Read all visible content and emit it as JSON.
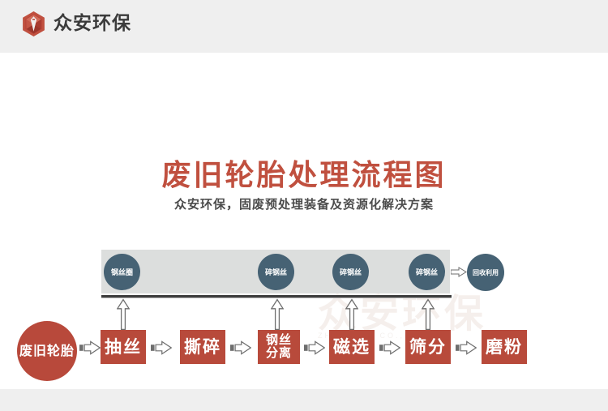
{
  "header": {
    "brand_name": "众安环保",
    "logo_icon": "hexagon-diamond-logo-icon"
  },
  "title": {
    "main": "废旧轮胎处理流程图",
    "sub": "众安环保，固废预处理装备及资源化解决方案"
  },
  "watermark": {
    "cn": "众安环保",
    "en": "ZHONG AN  CO.,LTD"
  },
  "colors": {
    "title_red": "#c0503f",
    "box_red": "#b84a3b",
    "circle_blue": "#466274",
    "band_gray": "#dcdedd",
    "header_gray": "#efefef",
    "rule_dark": "#3d3d3d"
  },
  "flow": {
    "input_node": {
      "label": "废旧\n轮胎",
      "line1": "废旧",
      "line2": "轮胎"
    },
    "process_boxes": [
      {
        "id": "box-chousi",
        "label": "抽丝",
        "lines": [
          "抽丝"
        ]
      },
      {
        "id": "box-sisui",
        "label": "撕碎",
        "lines": [
          "撕碎"
        ]
      },
      {
        "id": "box-gangsi",
        "label": "钢丝分离",
        "lines": [
          "钢丝",
          "分离"
        ]
      },
      {
        "id": "box-cixuan",
        "label": "磁选",
        "lines": [
          "磁选"
        ]
      },
      {
        "id": "box-shaifen",
        "label": "筛分",
        "lines": [
          "筛分"
        ]
      },
      {
        "id": "box-mofen",
        "label": "磨粉",
        "lines": [
          "磨粉"
        ]
      }
    ],
    "output_nodes": [
      {
        "id": "node-gangsiquan",
        "label": "钢丝圈"
      },
      {
        "id": "node-suigangsi-1",
        "label": "碎钢丝"
      },
      {
        "id": "node-suigangsi-2",
        "label": "碎钢丝"
      },
      {
        "id": "node-suigangsi-3",
        "label": "碎钢丝"
      }
    ],
    "final_node": {
      "id": "node-huishou",
      "label": "回收利用"
    }
  }
}
